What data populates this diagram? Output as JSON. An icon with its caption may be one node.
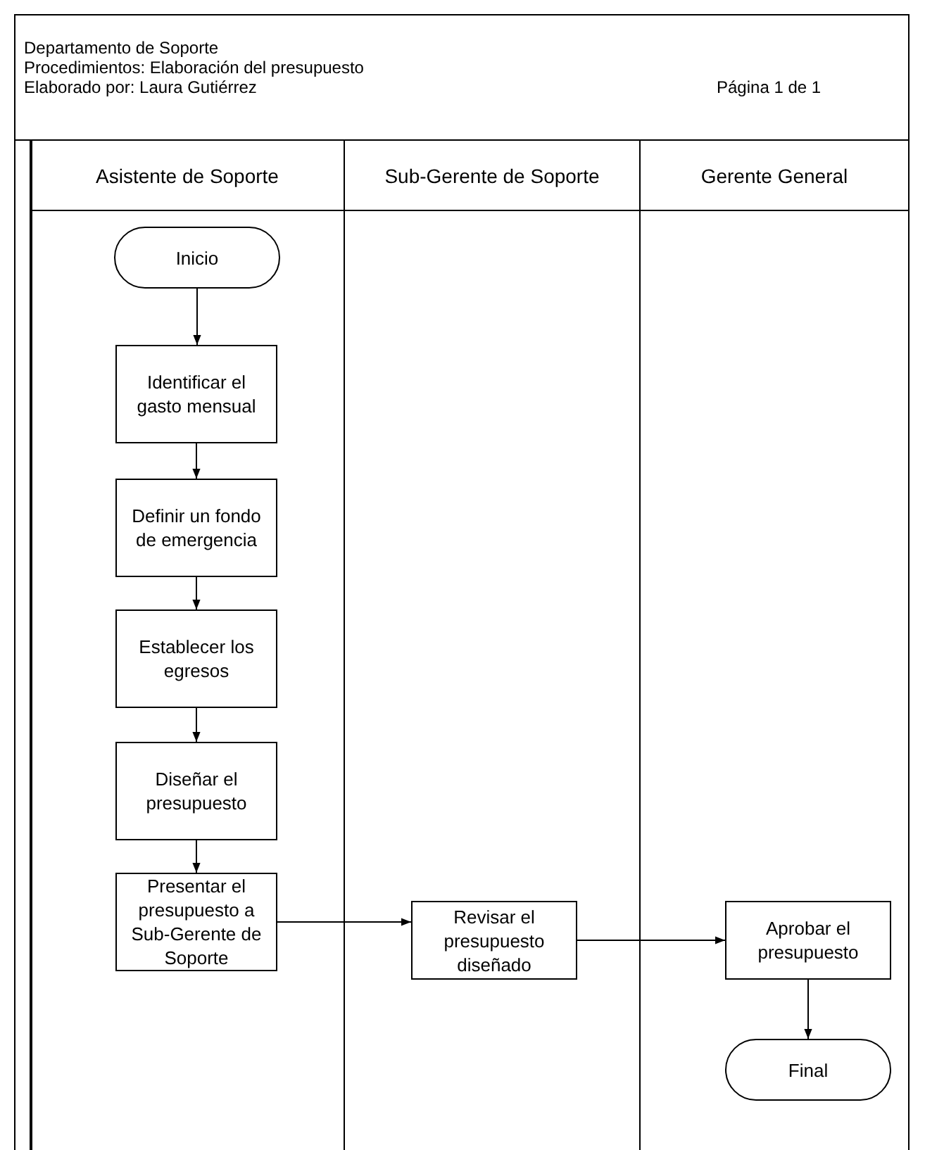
{
  "diagram": {
    "nodes": [
      {
        "text": [
          "Asistente de Soporte"
        ]
      },
      {
        "text": [
          "Sub-Gerente de Soporte"
        ]
      },
      {
        "text": [
          "Gerente General"
        ]
      },
      {
        "text": [
          "Inicio"
        ],
        "in": 0
      },
      {
        "text": [
          "Identificar el gasto mensual"
        ],
        "in": 0
      },
      {
        "text": [
          "Definir un fondo de emergencia"
        ],
        "in": 0
      },
      {
        "text": [
          "Establecer los egresos"
        ],
        "in": 0
      },
      {
        "text": [
          "Diseñar el presupuesto"
        ],
        "in": 0
      },
      {
        "text": [
          "Presentar el presupuesto a Sub-Gerente de Soporte"
        ],
        "in": 0
      },
      {
        "text": [
          "Revisar el presupuesto diseñado"
        ],
        "in": 1
      },
      {
        "text": [
          "Aprobar el presupuesto"
        ],
        "in": 2
      },
      {
        "text": [
          "Final"
        ],
        "in": 2
      }
    ],
    "edges": [
      {
        "from": 3,
        "to": 4,
        "arrow": "to"
      },
      {
        "from": 4,
        "to": 5,
        "arrow": "to"
      },
      {
        "from": 5,
        "to": 6,
        "arrow": "to"
      },
      {
        "from": 6,
        "to": 7,
        "arrow": "to"
      },
      {
        "from": 7,
        "to": 8,
        "arrow": "to"
      },
      {
        "from": 8,
        "to": 9,
        "arrow": "to"
      },
      {
        "from": 9,
        "to": 10,
        "arrow": "to"
      },
      {
        "from": 10,
        "to": 11,
        "arrow": "to"
      }
    ],
    "labels": [
      "Departamento de Soporte",
      "Procedimientos: Elaboración del presupuesto",
      "Elaborado por: Laura Gutiérrez",
      "Página 1 de 1"
    ]
  }
}
